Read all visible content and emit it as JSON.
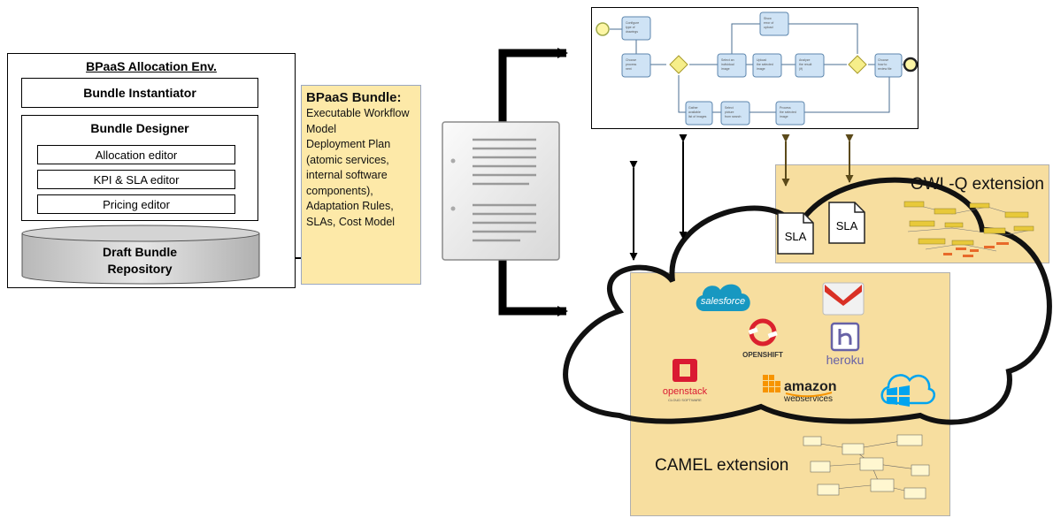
{
  "allocation_env": {
    "title": "BPaaS Allocation Env.",
    "bundle_instantiator": "Bundle Instantiator",
    "bundle_designer": {
      "title": "Bundle Designer",
      "editors": [
        "Allocation editor",
        "KPI & SLA editor",
        "Pricing editor"
      ]
    },
    "repository": [
      "Draft Bundle",
      "Repository"
    ]
  },
  "bpaas_bundle": {
    "title": "BPaaS Bundle:",
    "lines": [
      "Executable Workflow",
      "Model",
      "Deployment Plan",
      "(atomic services,",
      "internal software",
      "components),",
      "Adaptation Rules,",
      "SLAs, Cost Model"
    ]
  },
  "cloud": {
    "owl_label": "OWL-Q extension",
    "camel_label": "CAMEL extension",
    "sla_docs": [
      "SLA",
      "SLA"
    ],
    "providers": {
      "salesforce": "salesforce",
      "openshift": "OPENSHIFT",
      "heroku": "heroku",
      "openstack": "openstack",
      "openstack_sub": "CLOUD SOFTWARE",
      "amazon": "amazon",
      "amazon_sub": "webservices"
    }
  },
  "colors": {
    "panel_yellow": "#f7dc98",
    "bundle_yellow": "#fde9a8",
    "bpmn_task": "#cfe3f5",
    "bpmn_gateway": "#f6ee8a",
    "salesforce": "#1798c1",
    "openshift": "#db212e",
    "heroku": "#6762a6",
    "openstack": "#da1a32",
    "amazon": "#f79400",
    "azure": "#00a4ef",
    "gmail": "#d93025"
  }
}
